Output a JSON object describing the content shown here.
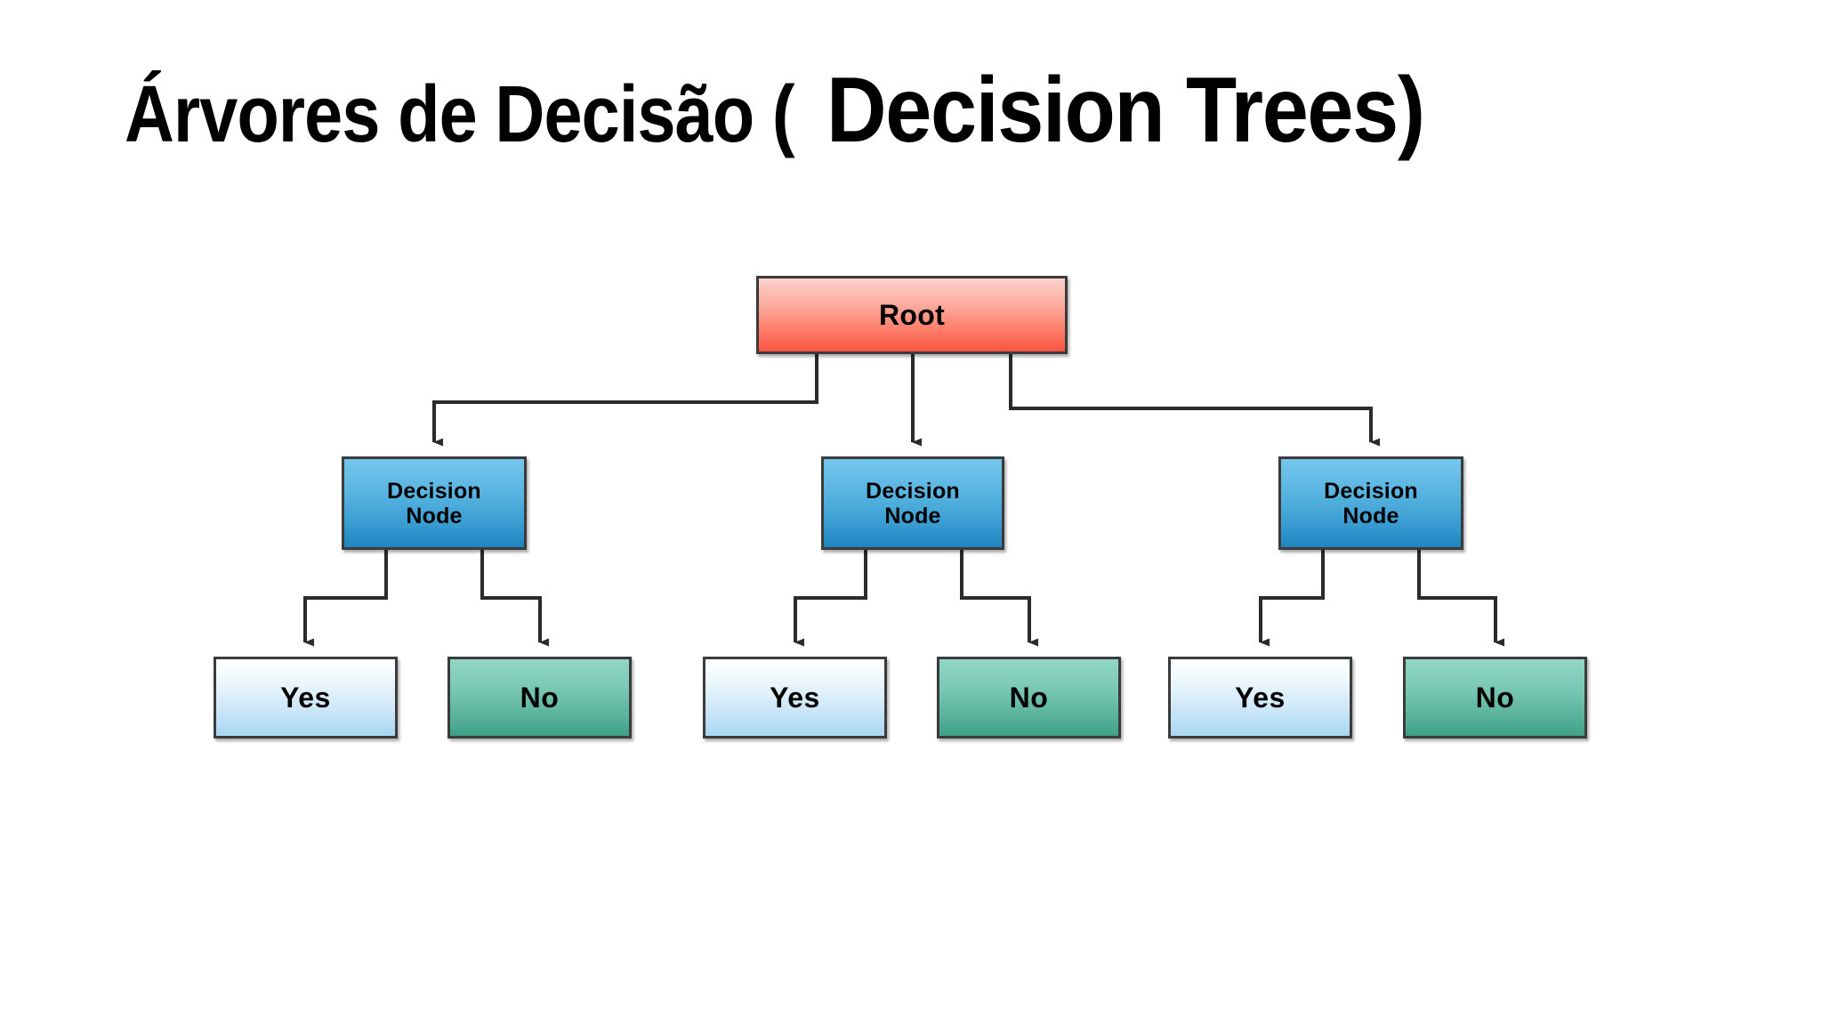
{
  "slide": {
    "title_pt": "Árvores de Decisão (",
    "title_en": "Decision Trees)"
  },
  "colors": {
    "root_fill_top": "#fcd3cb",
    "root_fill_bottom": "#fb5441",
    "decision_fill_top": "#74c6ec",
    "decision_fill_bottom": "#1f85c0",
    "yes_fill_top": "#ffffff",
    "yes_fill_bottom": "#a9d6f2",
    "no_fill_top": "#93d6c6",
    "no_fill_bottom": "#3ea188",
    "border": "#3b3b3b",
    "connector": "#2b2b2b",
    "background": "#ffffff",
    "text": "#000000"
  },
  "diagram": {
    "type": "tree",
    "root": {
      "label": "Root"
    },
    "decision_nodes": [
      {
        "label_line1": "Decision",
        "label_line2": "Node"
      },
      {
        "label_line1": "Decision",
        "label_line2": "Node"
      },
      {
        "label_line1": "Decision",
        "label_line2": "Node"
      }
    ],
    "leaves": [
      {
        "label": "Yes"
      },
      {
        "label": "No"
      },
      {
        "label": "Yes"
      },
      {
        "label": "No"
      },
      {
        "label": "Yes"
      },
      {
        "label": "No"
      }
    ]
  }
}
